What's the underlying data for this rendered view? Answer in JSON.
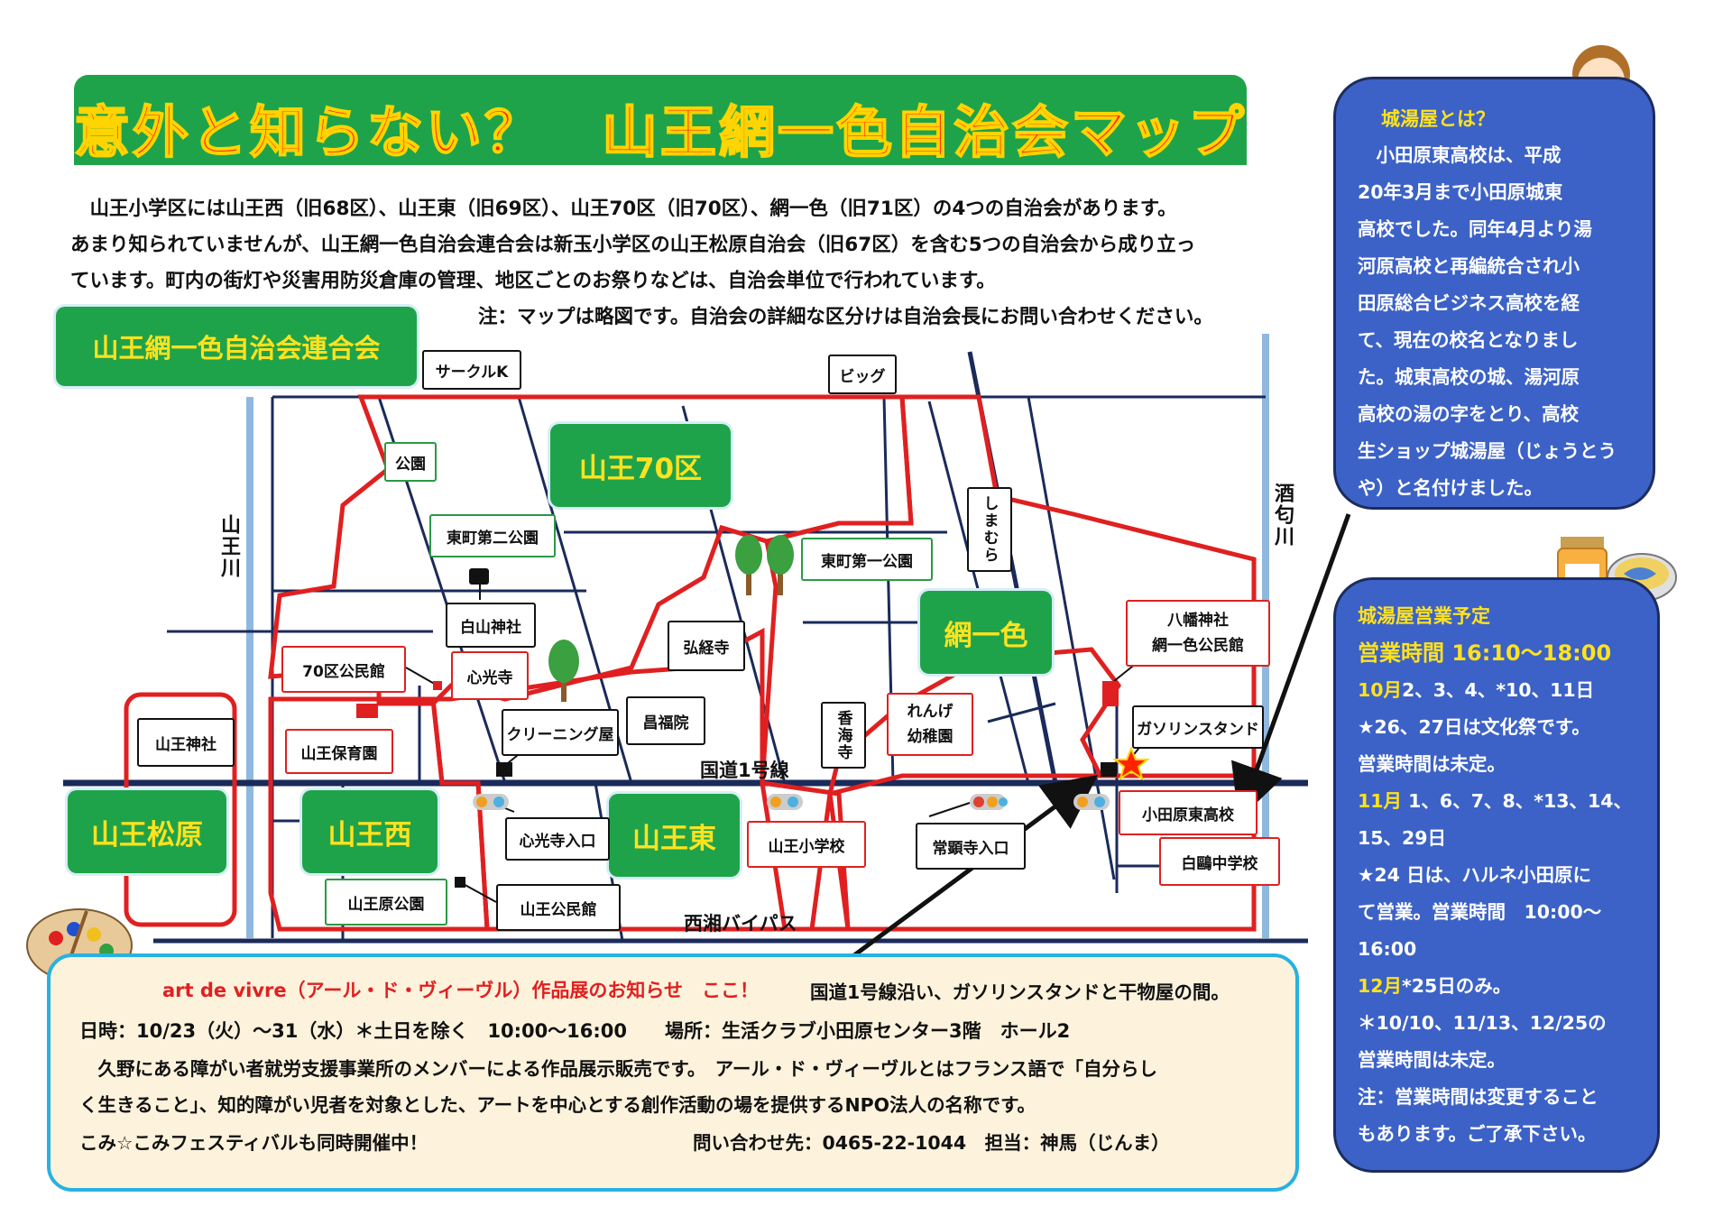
{
  "title": "意外と知らない？　山王網一色自治会マップ",
  "intro": {
    "lines": [
      "　山王小学区には山王西（旧68区）、山王東（旧69区）、山王70区（旧70区）、網一色（旧71区）の4つの自治会があります。",
      "あまり知られていませんが、山王網一色自治会連合会は新玉小学区の山王松原自治会（旧67区）を含む5つの自治会から成り立っ",
      "ています。町内の街灯や災害用防災倉庫の管理、地区ごとのお祭りなどは、自治会単位で行われています。"
    ],
    "note": "注：マップは略図です。自治会の詳細な区分けは自治会長にお問い合わせください。"
  },
  "map": {
    "union": "山王網一色自治会連合会",
    "districts": {
      "d70": "山王70区",
      "amiisshiki": "網一色",
      "matsubara": "山王松原",
      "nishi": "山王西",
      "higashi": "山王東"
    },
    "rivers": {
      "sannou": "山王川",
      "sakawa": "酒匂川"
    },
    "roads": {
      "route1": "国道1号線",
      "bypass": "西湘バイパス"
    },
    "places": {
      "circle_k": "サークルK",
      "big": "ビッグ",
      "park": "公園",
      "higashicho2": "東町第二公園",
      "hakusan": "白山神社",
      "shimamura": "しまむら",
      "higashicho1": "東町第一公園",
      "hall70": "70区公民館",
      "shinkoji": "心光寺",
      "gukyoji": "弘経寺",
      "sannou_jinja": "山王神社",
      "shofukuin": "昌福院",
      "cleaning": "クリーニング屋",
      "hoikuen": "山王保育園",
      "kokaiji": "香海寺",
      "renge": "れんげ\n幼稚園",
      "hachiman": "八幡神社\n網一色公民館",
      "gas": "ガソリンスタンド",
      "shinkoji_iriguchi": "心光寺入口",
      "sannou_elem": "山王小学校",
      "joeiji_iriguchi": "常顕寺入口",
      "odawara_higashi": "小田原東高校",
      "hakuo": "白鷗中学校",
      "sannouhara_park": "山王原公園",
      "sannou_hall": "山王公民館"
    }
  },
  "side_top": {
    "heading": "城湯屋とは？",
    "lines": [
      "　小田原東高校は、平成",
      "20年3月まで小田原城東",
      "高校でした。同年4月より湯",
      "河原高校と再編統合され小",
      "田原総合ビジネス高校を経",
      "て、現在の校名となりまし",
      "た。城東高校の城、湯河原",
      "高校の湯の字をとり、高校",
      "生ショップ城湯屋（じょうとう",
      "や）と名付けました。"
    ]
  },
  "side_bottom": {
    "heading": "城湯屋営業予定",
    "hours": "営業時間 16:10〜18:00",
    "oct_month": "10月",
    "oct_days": "2、3、4、*10、11日",
    "oct_note1": "★26、27日は文化祭です。",
    "oct_note2": "営業時間は未定。",
    "nov_month": "11月",
    "nov_days": " 1、6、7、8、*13、14、",
    "nov_days2": "15、29日",
    "nov_note1": "★24 日は、ハルネ小田原に",
    "nov_note2": "て営業。営業時間　10:00〜",
    "nov_note3": "16:00",
    "dec_month": "12月",
    "dec_days": "*25日のみ。",
    "star_note1": "＊10/10、11/13、12/25の",
    "star_note2": "営業時間は未定。",
    "caution1": "注：営業時間は変更すること",
    "caution2": "もあります。ご了承下さい。"
  },
  "event": {
    "title": "art de vivre（アール・ド・ヴィーヴル）作品展のお知らせ",
    "here": "ここ！",
    "location_hint": "国道1号線沿い、ガソリンスタンドと干物屋の間。",
    "date_line": "日時：10/23（火）〜31（水）＊土日を除く　10:00〜16:00　　場所：生活クラブ小田原センター3階　ホール2",
    "desc1": "　久野にある障がい者就労支援事業所のメンバーによる作品展示販売です。　アール・ド・ヴィーヴルとはフランス語で「自分らし",
    "desc2": "く生きること」、知的障がい児者を対象とした、アートを中心とする創作活動の場を提供するNPO法人の名称です。",
    "festival": "こみ☆こみフェスティバルも同時開催中！",
    "contact": "問い合わせ先：0465-22-1044　担当：神馬（じんま）"
  },
  "colors": {
    "title_green": "#1fa34a",
    "title_red": "#ff2200",
    "label_yellow": "#ffe21f",
    "panel_blue": "#3c62c7",
    "route_red": "#e02020",
    "road_navy": "#1a2a5a",
    "river_blue": "#8fb8e0",
    "event_border": "#27b2e0",
    "event_bg": "#fdf2dc"
  }
}
